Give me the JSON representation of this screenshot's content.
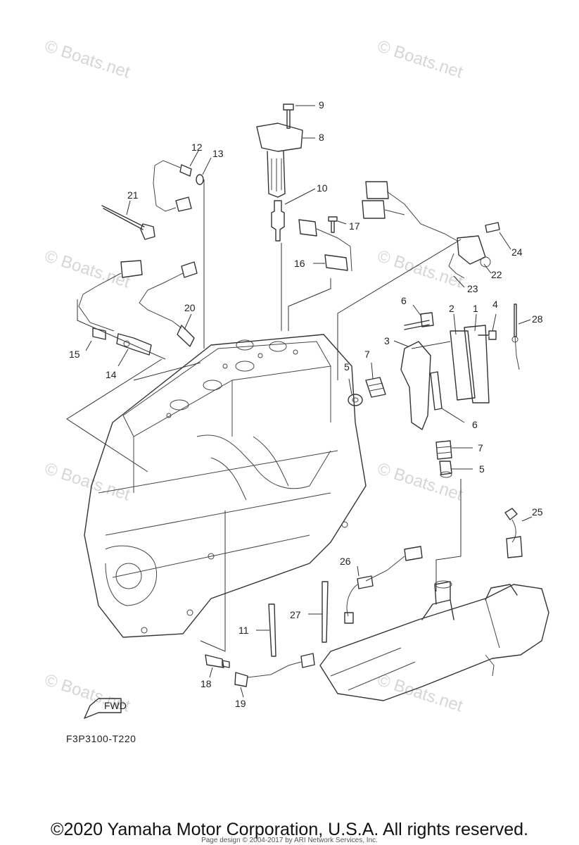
{
  "watermark_text": "© Boats.net",
  "diagram_code": "F3P3100-T220",
  "fwd_label": "FWD",
  "copyright": "©2020 Yamaha Motor Corporation, U.S.A. All rights reserved.",
  "page_design": "Page design © 2004-2017 by ARI Network Services, Inc.",
  "callouts": [
    "1",
    "2",
    "3",
    "4",
    "5",
    "5",
    "6",
    "6",
    "7",
    "7",
    "8",
    "9",
    "10",
    "11",
    "12",
    "13",
    "14",
    "15",
    "16",
    "17",
    "18",
    "19",
    "20",
    "21",
    "22",
    "23",
    "24",
    "25",
    "26",
    "27",
    "28"
  ]
}
